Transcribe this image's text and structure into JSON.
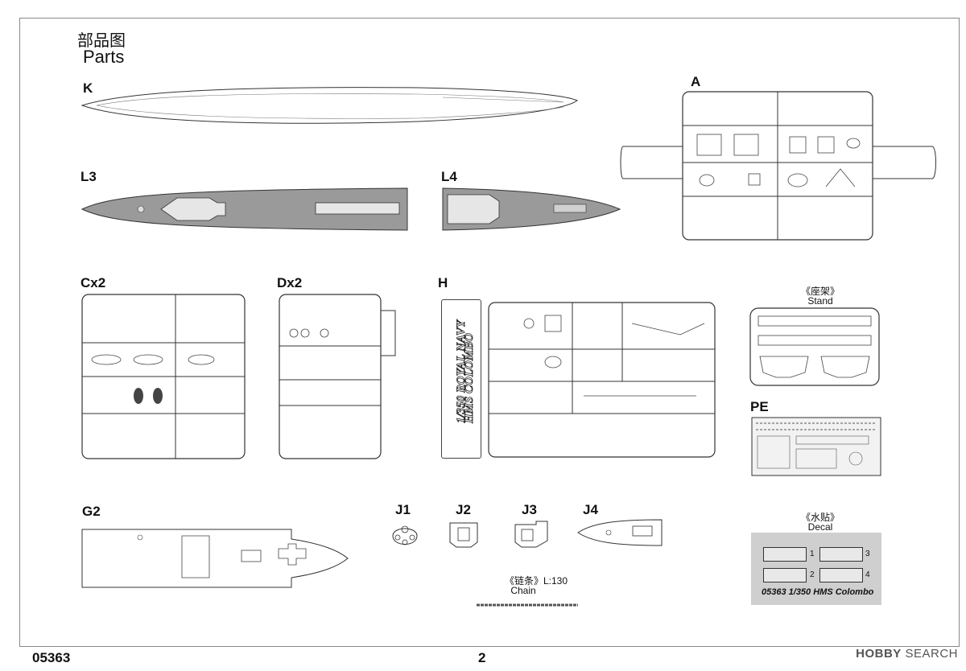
{
  "title": {
    "cn": "部品图",
    "en": "Parts"
  },
  "labels": {
    "k": "K",
    "l3": "L3",
    "l4": "L4",
    "a": "A",
    "c": "Cx2",
    "d": "Dx2",
    "h": "H",
    "stand_cn": "《座架》",
    "stand_en": "Stand",
    "pe": "PE",
    "g2": "G2",
    "j1": "J1",
    "j2": "J2",
    "j3": "J3",
    "j4": "J4",
    "chain_cn": "《链条》L:130",
    "chain_en": "Chain",
    "decal_cn": "《水贴》",
    "decal_en": "Decal"
  },
  "sprue_h_text": {
    "line1": "1/350 ROYAL NAVY",
    "line2": "HMS COLOMBO"
  },
  "decal": {
    "n1": "1",
    "n2": "2",
    "n3": "3",
    "n4": "4",
    "text": "05363 1/350 HMS Colombo"
  },
  "footer": {
    "code": "05363",
    "page": "2"
  },
  "watermark": {
    "brand": "HOBBY",
    "suffix": "SEARCH"
  }
}
